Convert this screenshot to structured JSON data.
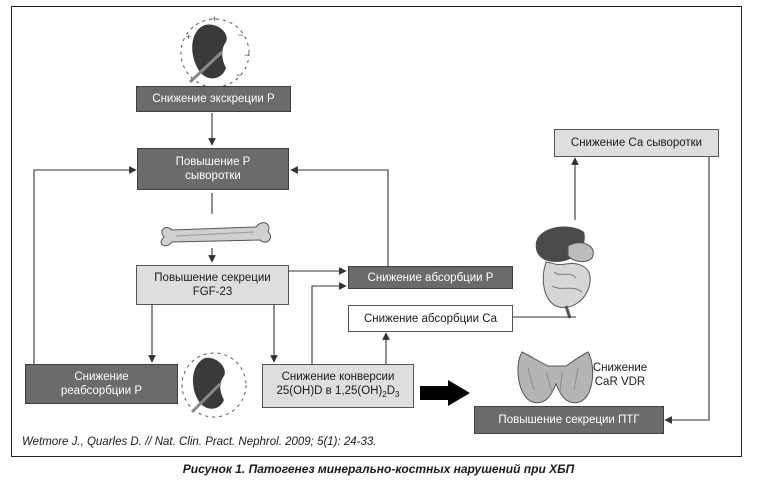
{
  "boxes": {
    "excretion": "Снижение экскреции Р",
    "serum_p_line1": "Повышение Р",
    "serum_p_line2": "сыворотки",
    "fgf_line1": "Повышение секреции",
    "fgf_line2": "FGF-23",
    "absorb_p": "Снижение абсорбции Р",
    "absorb_ca": "Снижение абсорбции Са",
    "serum_ca": "Снижение Са сыворотки",
    "reabs_line1": "Снижение",
    "reabs_line2": "реабсорбции Р",
    "conv_line1": "Снижение конверсии",
    "conv_a": "25(OH)D в 1,25(OH)",
    "conv_sub1": "2",
    "conv_b": "D",
    "conv_sub2": "3",
    "pth": "Повышение секреции ПТГ"
  },
  "labels": {
    "car_line1": "Снижение",
    "car_line2": "CaR VDR"
  },
  "citation": "Wetmore J., Quarles D. // Nat. Clin. Pract. Nephrol. 2009; 5(1): 24-33.",
  "caption": "Рисунок 1. Патогенез минерально-костных нарушений при ХБП",
  "icons": [
    "kidney-icon",
    "bone-icon",
    "digestive-organs-icon",
    "parathyroid-gland-icon"
  ],
  "colors": {
    "dark_box": "#6b6b6b",
    "light_box": "#dedede",
    "line": "#333333"
  }
}
